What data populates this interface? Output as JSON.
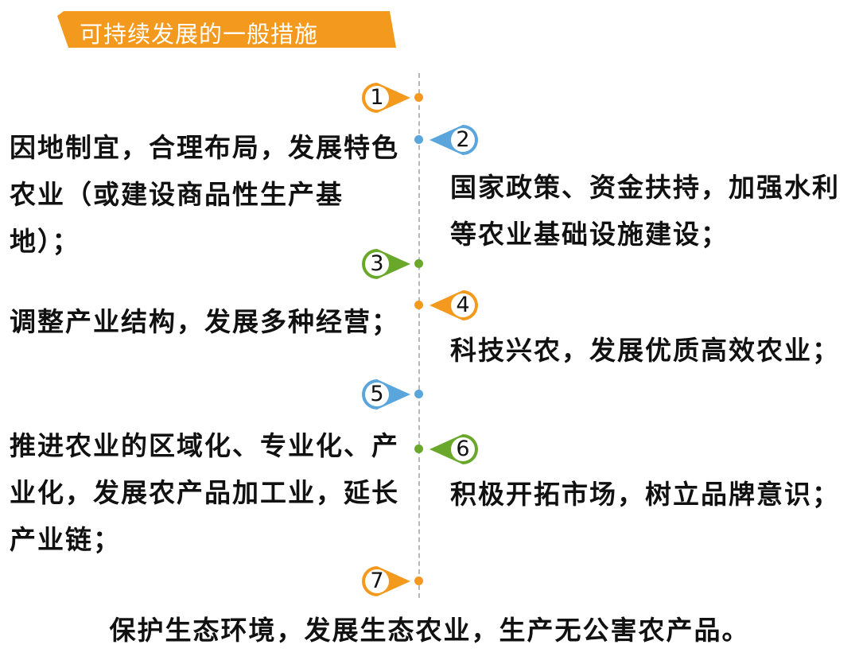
{
  "title": "可持续发展的一般措施",
  "colors": {
    "orange": "#f39a1e",
    "blue": "#5aa6dc",
    "green": "#6aa82c"
  },
  "steps": [
    {
      "num": "1",
      "color": "orange"
    },
    {
      "num": "2",
      "color": "blue",
      "text": "国家政策、资金扶持，加强水利等农业基础设施建设；"
    },
    {
      "num": "3",
      "color": "green"
    },
    {
      "num": "4",
      "color": "orange",
      "text": "科技兴农，发展优质高效农业；"
    },
    {
      "num": "5",
      "color": "blue"
    },
    {
      "num": "6",
      "color": "green",
      "text": "积极开拓市场，树立品牌意识；"
    },
    {
      "num": "7",
      "color": "orange"
    }
  ],
  "left_items": [
    "因地制宜，合理布局，发展特色农业（或建设商品性生产基地）；",
    "调整产业结构，发展多种经营；",
    "推进农业的区域化、专业化、产业化，发展农产品加工业，延长产业链；"
  ],
  "final_text": "保护生态环境，发展生态农业，生产无公害农产品。"
}
